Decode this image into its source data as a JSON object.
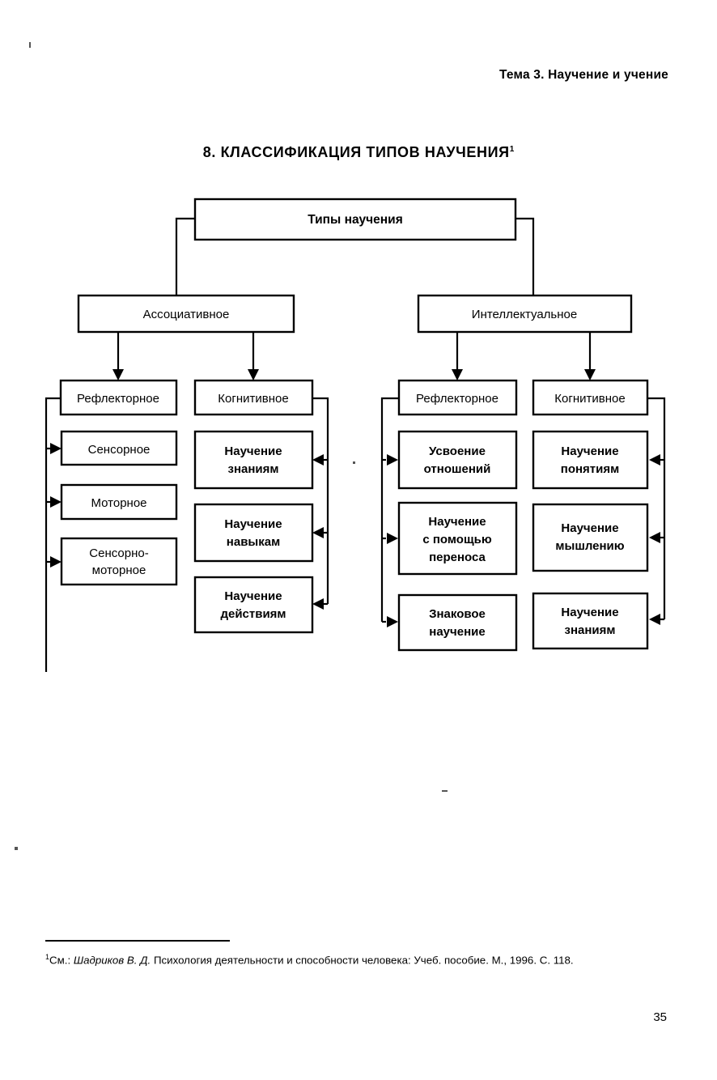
{
  "document": {
    "running_head": "Тема 3. Научение и учение",
    "section_number": "8.",
    "section_title": "8. КЛАССИФИКАЦИЯ ТИПОВ НАУЧЕНИЯ",
    "footnote_marker": "1",
    "page_number": "35"
  },
  "footnote": {
    "marker": "1",
    "lead": "См.: ",
    "author": "Шадриков В. Д.",
    "rest": " Психология деятельности и способности человека: Учеб. пособие. М., 1996. С. 118.",
    "full": "1См.: Шадриков В. Д. Психология деятельности и способности человека: Учеб. пособие. М., 1996. С. 118."
  },
  "diagram": {
    "type": "tree",
    "orientation": "top-down",
    "root": {
      "id": "root",
      "label": "Типы научения"
    },
    "level2": [
      {
        "id": "associative",
        "label": "Ассоциативное"
      },
      {
        "id": "intellectual",
        "label": "Интеллектуальное"
      }
    ],
    "level3": [
      {
        "id": "assoc-reflex",
        "parent": "associative",
        "label": "Рефлекторное"
      },
      {
        "id": "assoc-cogn",
        "parent": "associative",
        "label": "Когнитивное"
      },
      {
        "id": "intel-reflex",
        "parent": "intellectual",
        "label": "Рефлекторное"
      },
      {
        "id": "intel-cogn",
        "parent": "intellectual",
        "label": "Когнитивное"
      }
    ],
    "leaves": {
      "assoc-reflex": [
        {
          "id": "sensory",
          "lines": [
            "Сенсорное"
          ]
        },
        {
          "id": "motor",
          "lines": [
            "Моторное"
          ]
        },
        {
          "id": "sensorimotor",
          "lines": [
            "Сенсорно-",
            "моторное"
          ]
        }
      ],
      "assoc-cogn": [
        {
          "id": "learn-knowledge-a",
          "lines": [
            "Научение",
            "знаниям"
          ]
        },
        {
          "id": "learn-skills",
          "lines": [
            "Научение",
            "навыкам"
          ]
        },
        {
          "id": "learn-actions",
          "lines": [
            "Научение",
            "действиям"
          ]
        }
      ],
      "intel-reflex": [
        {
          "id": "relations",
          "lines": [
            "Усвоение",
            "отношений"
          ]
        },
        {
          "id": "transfer",
          "lines": [
            "Научение",
            "с помощью",
            "переноса"
          ]
        },
        {
          "id": "sign-learning",
          "lines": [
            "Знаковое",
            "научение"
          ]
        }
      ],
      "intel-cogn": [
        {
          "id": "learn-concepts",
          "lines": [
            "Научение",
            "понятиям"
          ]
        },
        {
          "id": "learn-thinking",
          "lines": [
            "Научение",
            "мышлению"
          ]
        },
        {
          "id": "learn-knowledge-b",
          "lines": [
            "Научение",
            "знаниям"
          ]
        }
      ]
    },
    "colors": {
      "stroke": "#000000",
      "fill": "#ffffff",
      "text": "#000000"
    }
  }
}
